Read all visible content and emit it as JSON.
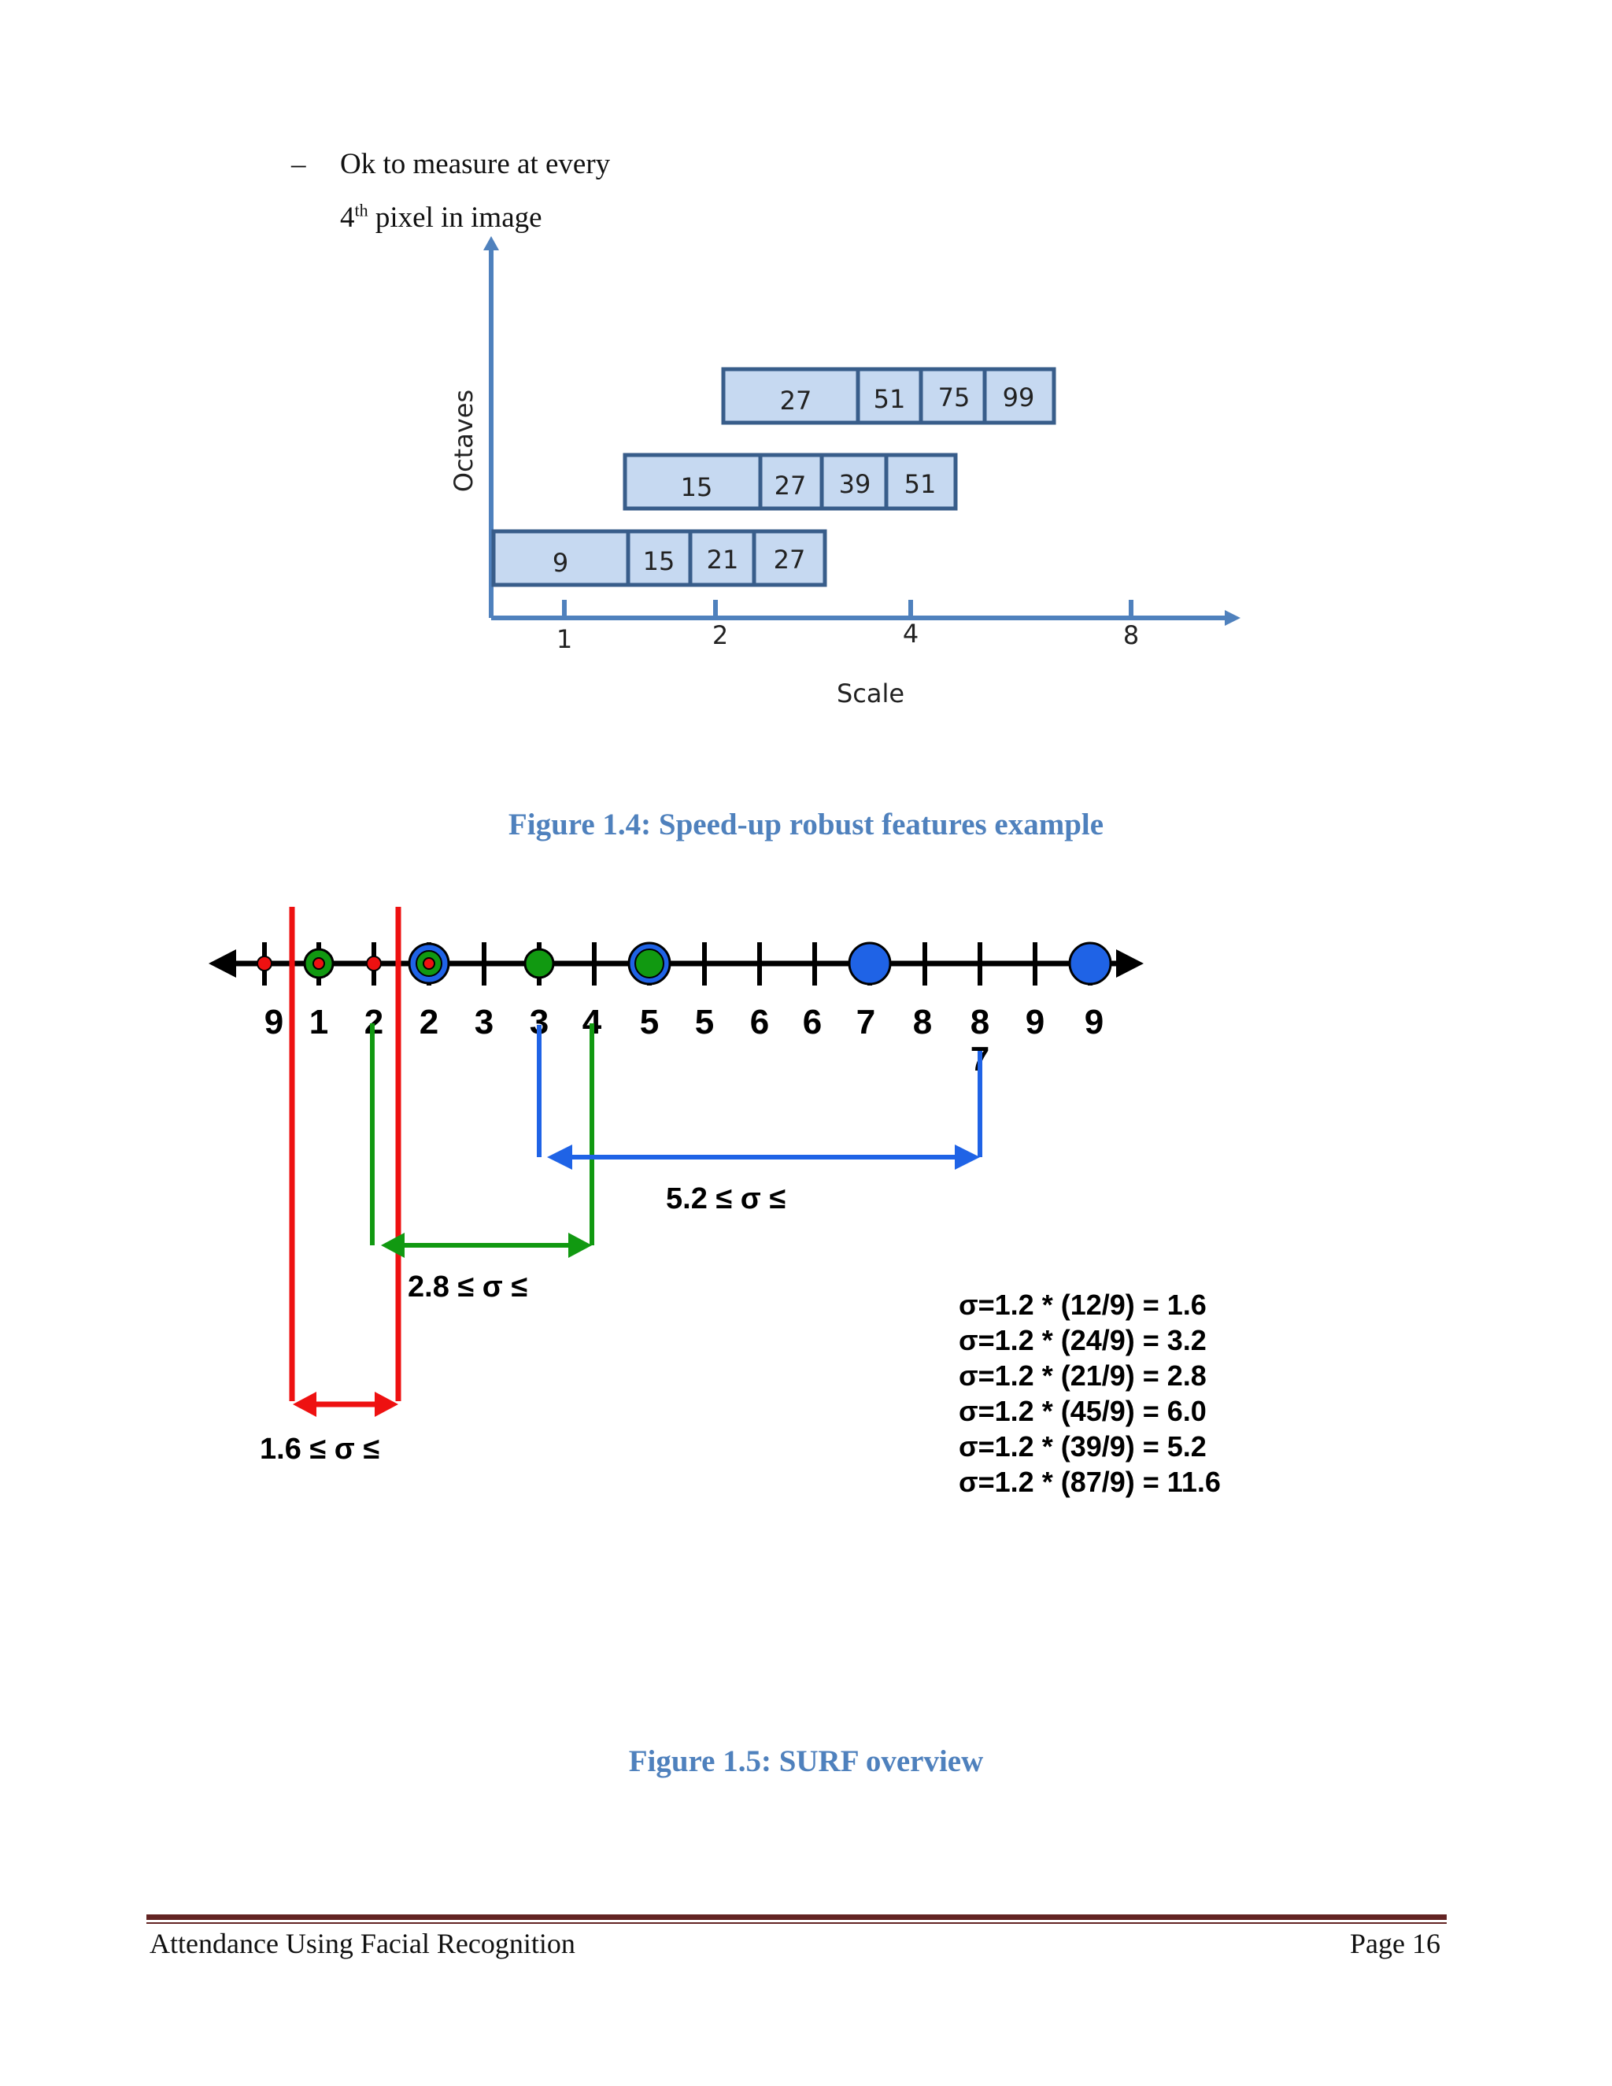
{
  "bullet": {
    "dash": "–",
    "line1": "Ok to measure at every",
    "line2_base": "4",
    "line2_sup": "th",
    "line2_rest": " pixel in image"
  },
  "fig14": {
    "y_axis_label": "Octaves",
    "x_axis_label": "Scale",
    "x_ticks": [
      "1",
      "2",
      "4",
      "8"
    ],
    "rows": [
      {
        "cells": [
          "9",
          "15",
          "21",
          "27"
        ]
      },
      {
        "cells": [
          "15",
          "27",
          "39",
          "51"
        ]
      },
      {
        "cells": [
          "27",
          "51",
          "75",
          "99"
        ]
      }
    ],
    "caption": "Figure 1.4: Speed-up robust features example"
  },
  "fig15": {
    "number_labels": [
      "9",
      "1",
      "2",
      "2",
      "3",
      "3",
      "4",
      "5",
      "5",
      "6",
      "6",
      "7",
      "8",
      "8",
      "9",
      "9"
    ],
    "extra_label": "7",
    "range_red": "1.6 ≤ σ ≤",
    "range_green": "2.8 ≤ σ ≤",
    "range_blue": "5.2 ≤ σ ≤",
    "formulas": [
      "σ=1.2 * (12/9) = 1.6",
      "σ=1.2 * (24/9) = 3.2",
      "σ=1.2 * (21/9) = 2.8",
      "σ=1.2 * (45/9) = 6.0",
      "σ=1.2 * (39/9) = 5.2",
      "σ=1.2 * (87/9) = 11.6"
    ],
    "caption": "Figure 1.5: SURF overview",
    "colors": {
      "red": "#ee1111",
      "green": "#119911",
      "blue": "#1f63e6"
    }
  },
  "footer": {
    "title": "Attendance Using Facial Recognition",
    "page": "Page 16"
  }
}
